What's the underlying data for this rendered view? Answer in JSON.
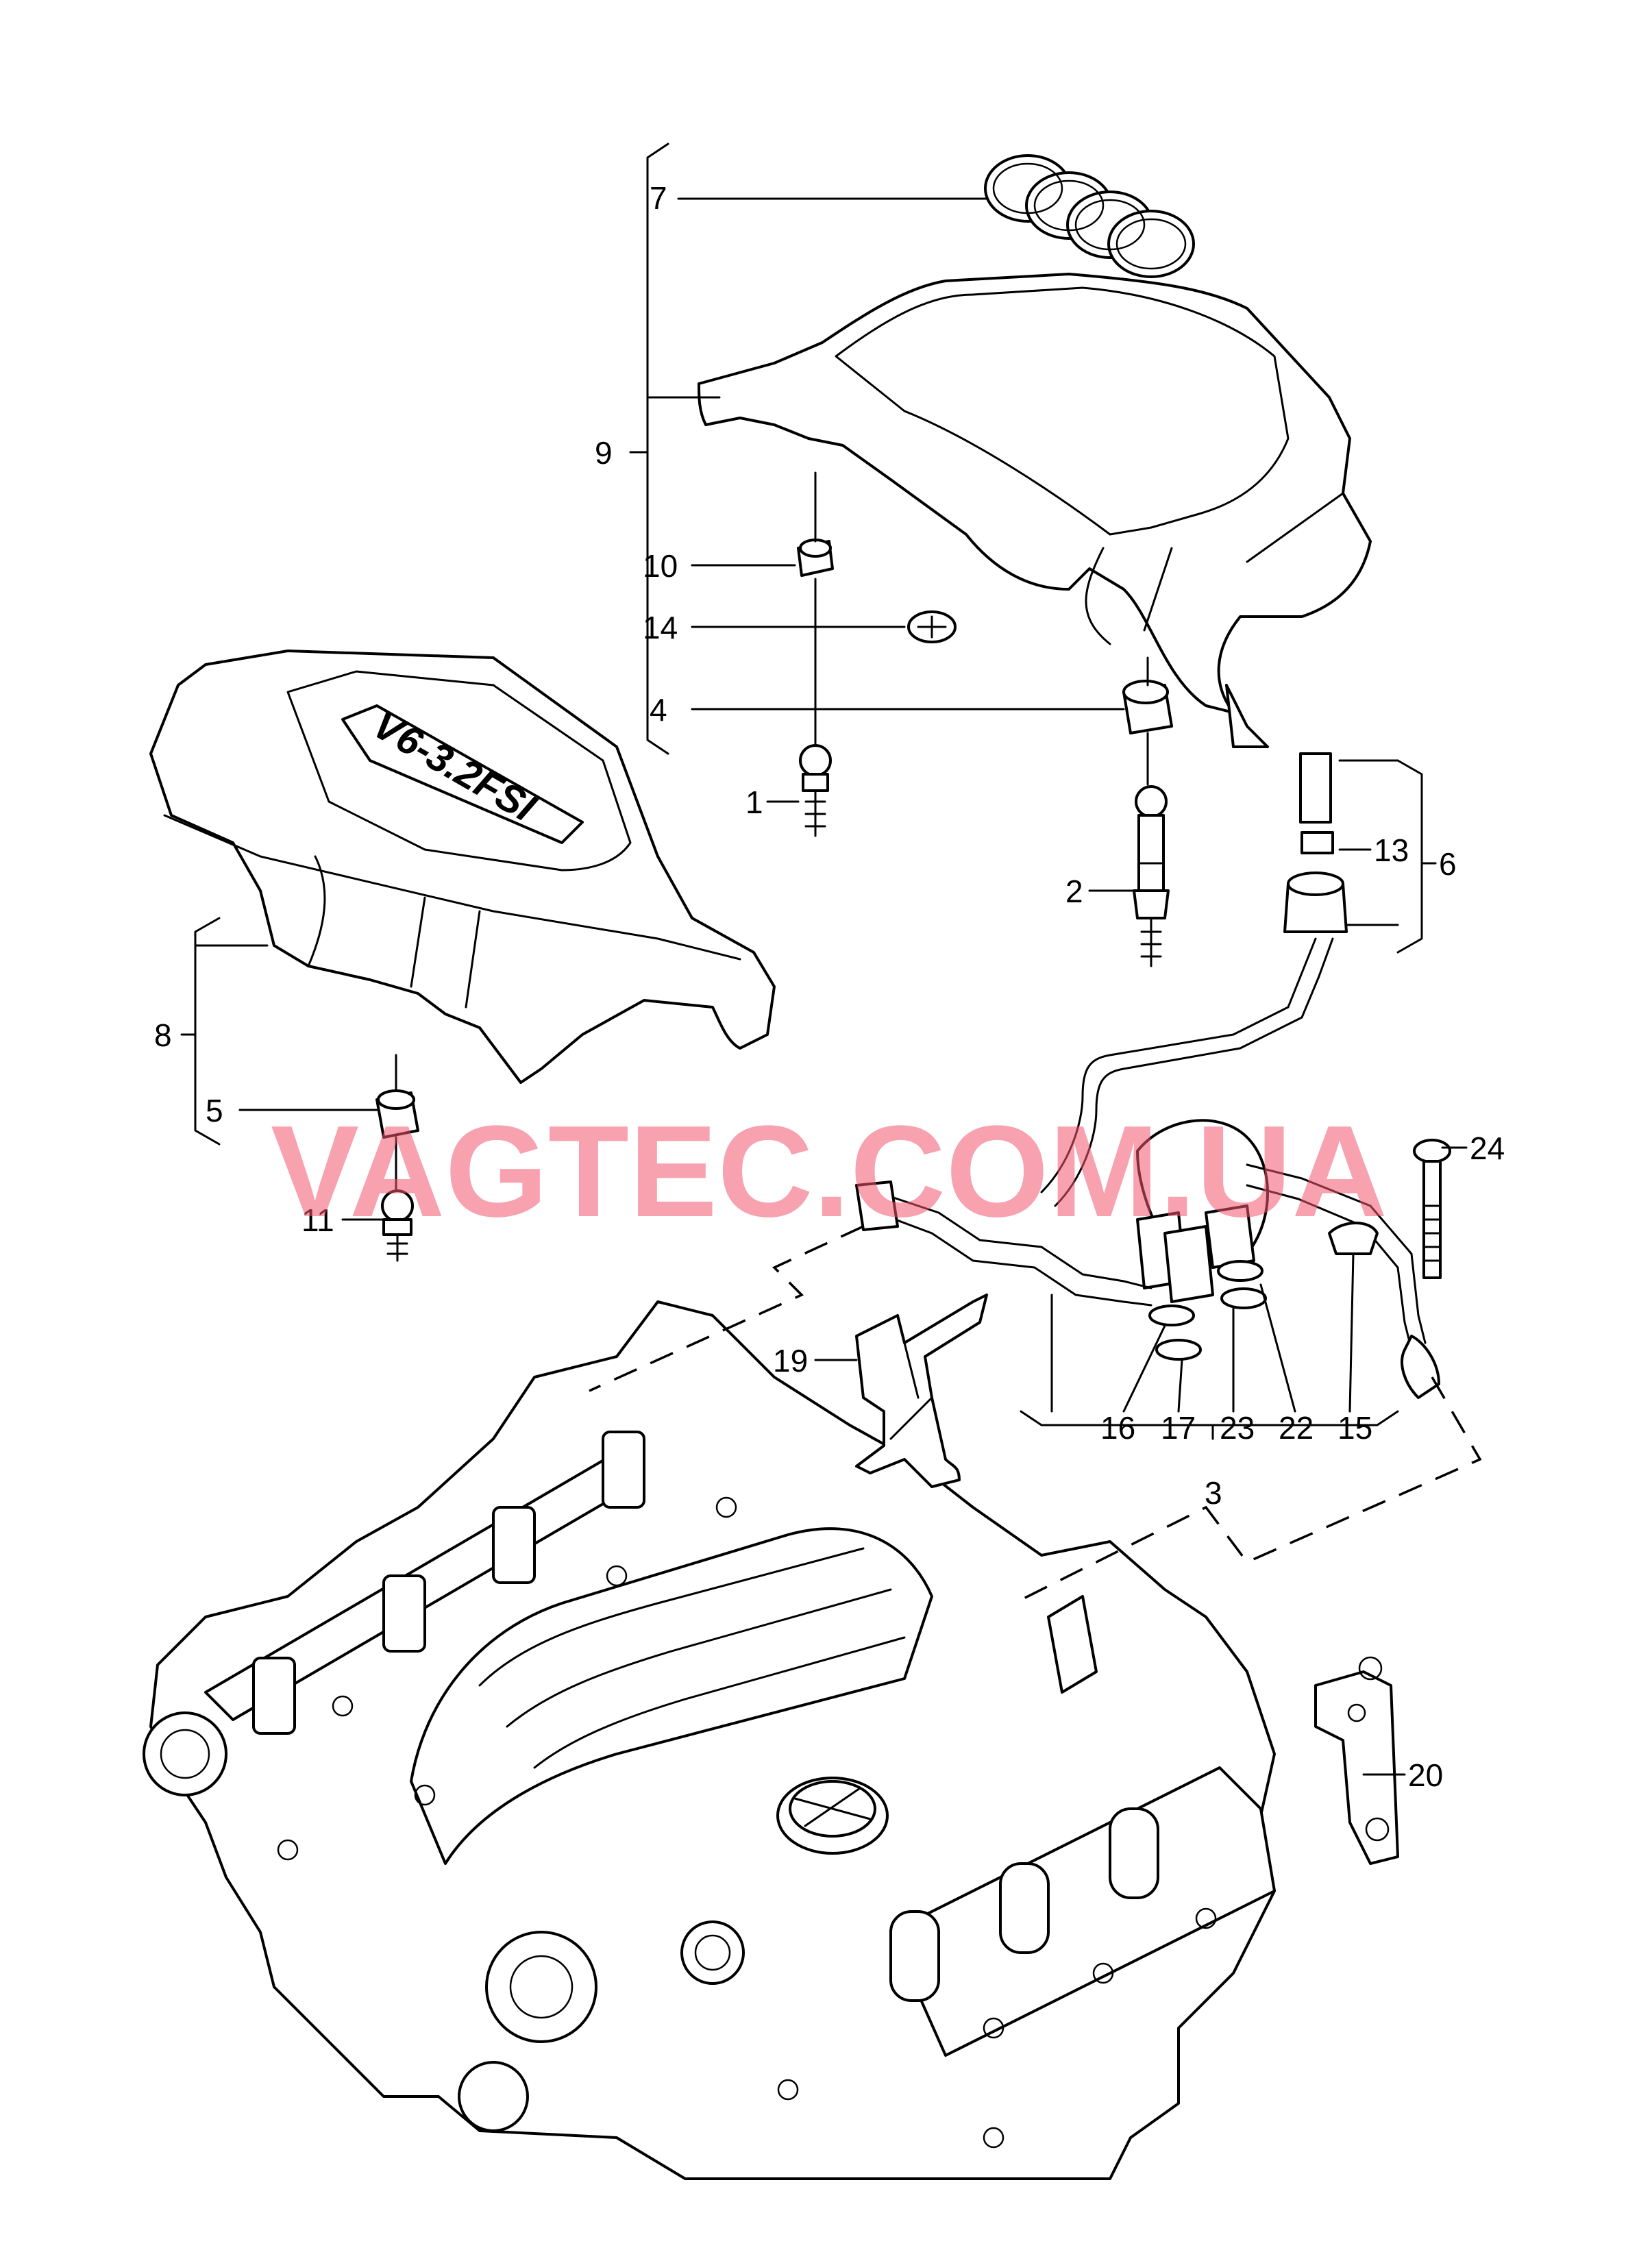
{
  "diagram": {
    "callouts": {
      "c1": "1",
      "c2": "2",
      "c3": "3",
      "c4": "4",
      "c5": "5",
      "c6": "6",
      "c7": "7",
      "c8": "8",
      "c9": "9",
      "c10": "10",
      "c11": "11",
      "c13": "13",
      "c14": "14",
      "c15": "15",
      "c16": "16",
      "c17": "17",
      "c19": "19",
      "c20": "20",
      "c22": "22",
      "c23": "23",
      "c24": "24"
    },
    "cover_badge": "V6-3.2FSI",
    "watermark": "VAGTEC.COM.UA"
  },
  "colors": {
    "line": "#000000",
    "background": "#ffffff",
    "watermark": "#f0566c"
  }
}
